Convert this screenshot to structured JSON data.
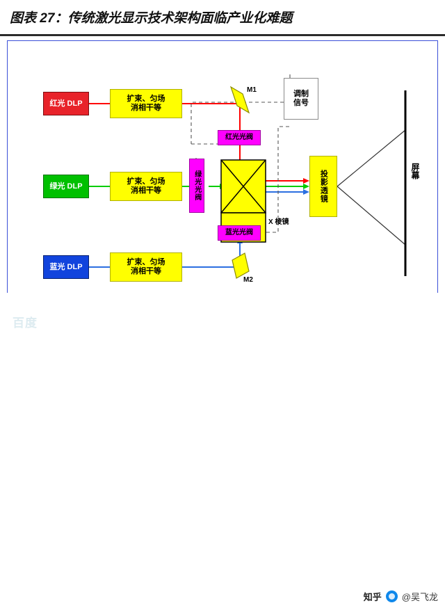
{
  "title": {
    "full": "图表 27：传统激光显示技术架构面临产业化难题"
  },
  "diagram": {
    "sources": [
      {
        "label": "红光 DLP",
        "color": "#e8232a"
      },
      {
        "label": "绿光 DLP",
        "color": "#00c000"
      },
      {
        "label": "蓝光 DLP",
        "color": "#1144dd"
      }
    ],
    "optics": [
      {
        "label": "扩束、匀场消相干等",
        "line1": "扩束、匀场",
        "line2": "消相干等"
      },
      {
        "label": "扩束、匀场消相干等",
        "line1": "扩束、匀场",
        "line2": "消相干等"
      },
      {
        "label": "扩束、匀场消相干等",
        "line1": "扩束、匀场",
        "line2": "消相干等"
      }
    ],
    "valves": [
      {
        "label": "红光光阀"
      },
      {
        "label": "绿光光阀"
      },
      {
        "label": "蓝光光阀"
      }
    ],
    "mirrors": [
      {
        "label": "M1"
      },
      {
        "label": "M2"
      }
    ],
    "prism": {
      "label": "X 棱镜"
    },
    "lens": {
      "label": "投影透镜",
      "chars": "投影透镜"
    },
    "screen": {
      "label": "屏幕"
    },
    "modulator": {
      "label": "调制信号",
      "line1": "调制",
      "line2": "信号"
    },
    "colors": {
      "red": "#ff0000",
      "green": "#00cc00",
      "blue": "#2b6fe0",
      "yellow": "#ffff00",
      "magenta": "#ff00ff",
      "frame": "#3b4fd8",
      "dash": "#555555"
    }
  },
  "watermarks": {
    "baidu": "百度",
    "zhihu_mark": "知乎",
    "zhihu_user": "@吴飞龙"
  }
}
